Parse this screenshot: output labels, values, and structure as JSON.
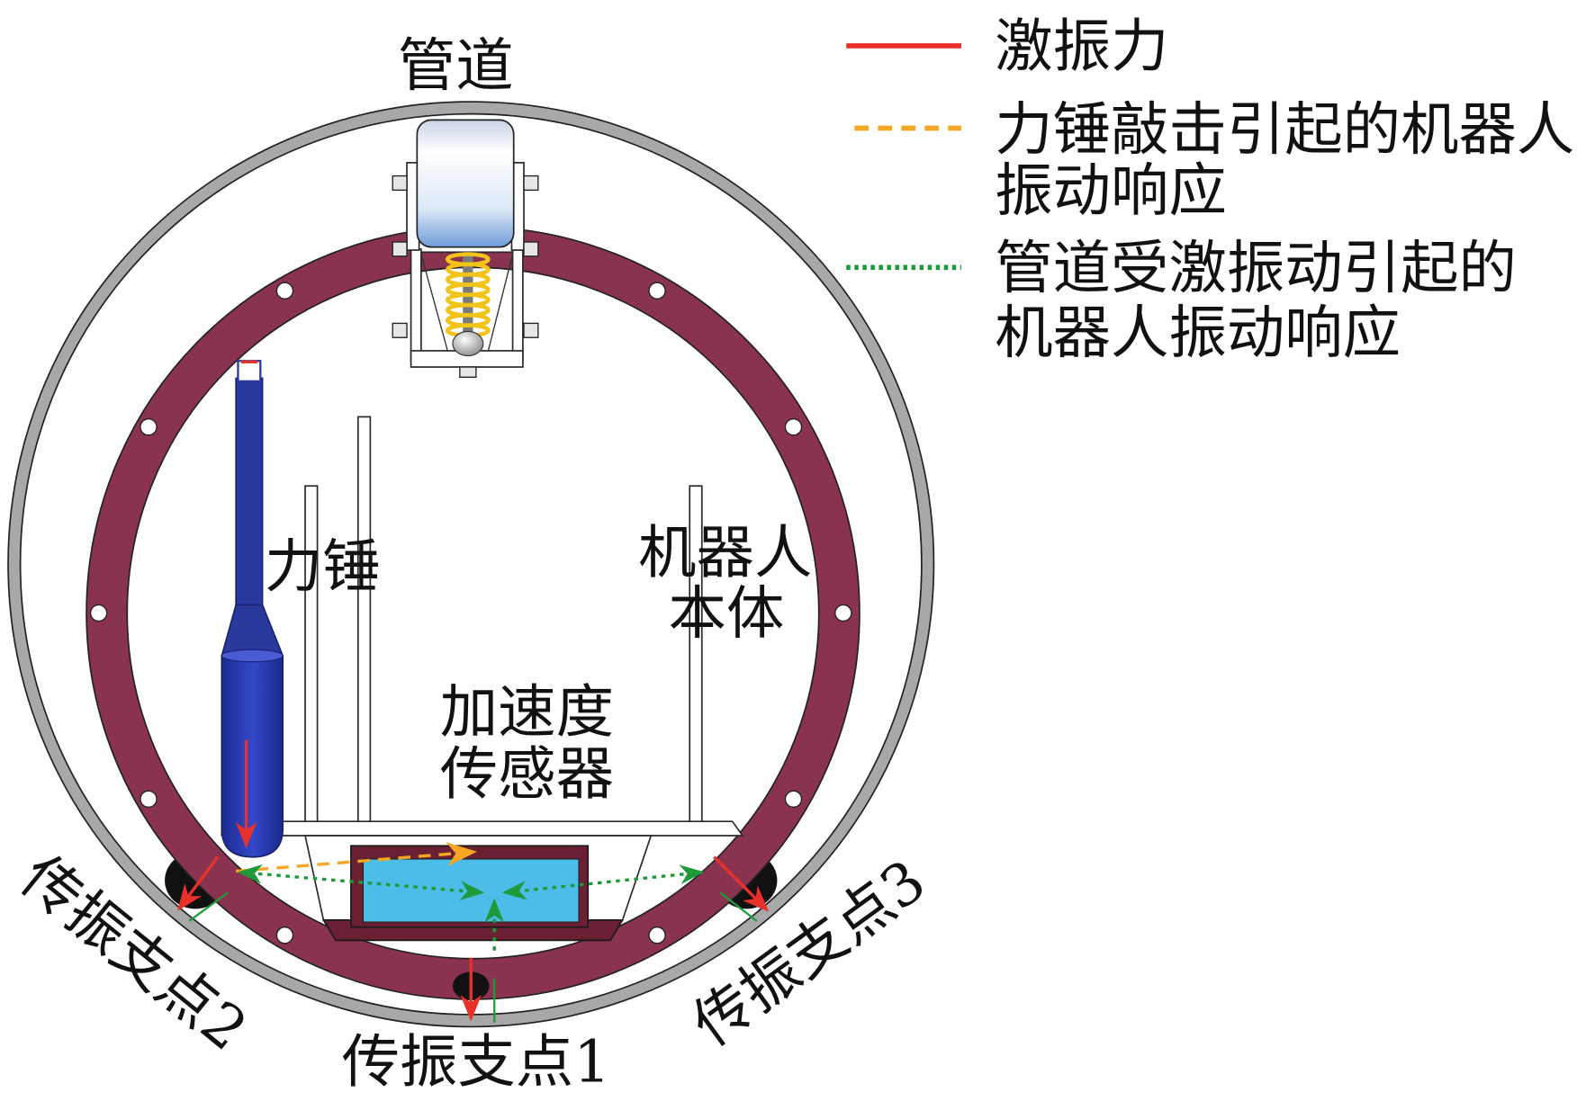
{
  "labels": {
    "pipe": "管道",
    "hammer": "力锤",
    "robot_body": [
      "机器人",
      "本体"
    ],
    "accelerometer": [
      "加速度",
      "传感器"
    ],
    "support_point_1": "传振支点1",
    "support_point_2": "传振支点2",
    "support_point_3": "传振支点3"
  },
  "legend": [
    {
      "line_style": "solid",
      "color": "#e8312a",
      "lines": [
        "激振力"
      ]
    },
    {
      "line_style": "dashed",
      "color": "#f5a623",
      "lines": [
        "力锤敲击引起的机器人",
        "振动响应"
      ]
    },
    {
      "line_style": "dotted",
      "color": "#1e9a3a",
      "lines": [
        "管道受激振动引起的",
        "机器人振动响应"
      ]
    }
  ],
  "colors": {
    "excitation_force": "#e8312a",
    "hammer_response": "#f5a623",
    "pipe_response": "#1e9a3a",
    "pipe_wall": "#a8a8a8",
    "flange_ring": "#8a3350",
    "hammer": "#2a3a9c",
    "sensor": "#4bbde8",
    "sensor_housing": "#6a1f32",
    "spring": "#f0c419",
    "support_wheel": "#111111"
  }
}
